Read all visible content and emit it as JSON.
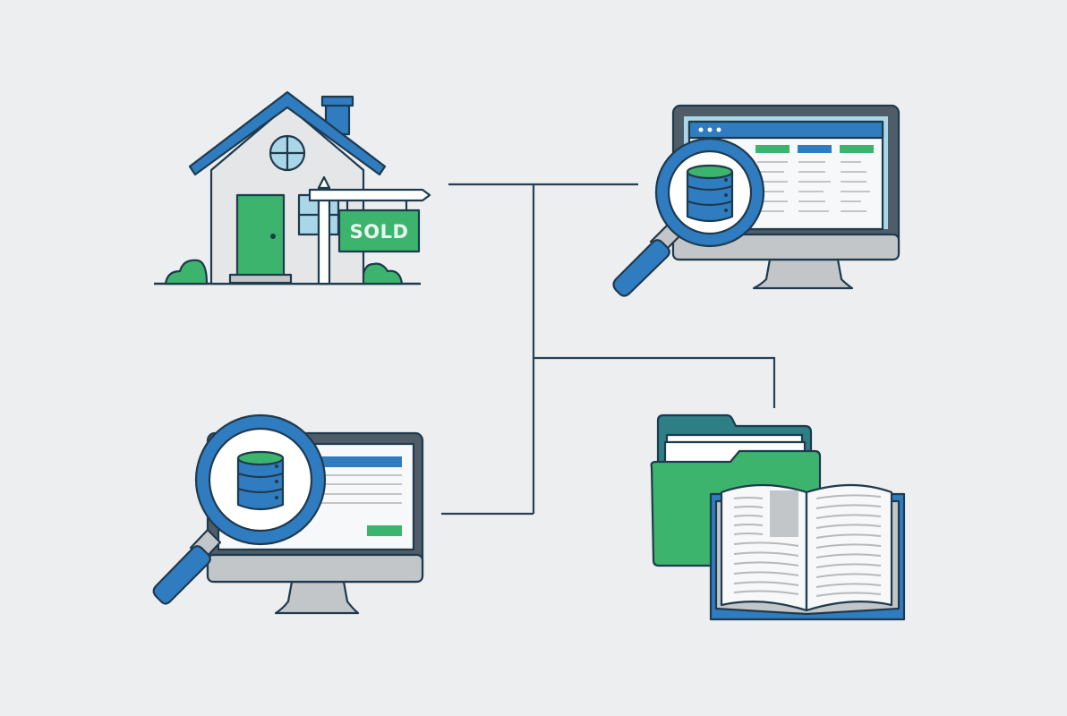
{
  "diagram": {
    "nodes": [
      {
        "id": "house",
        "label": "House with sold sign",
        "sign_text": "SOLD"
      },
      {
        "id": "database-search-top",
        "label": "Monitor with database search and data table"
      },
      {
        "id": "database-search-bottom",
        "label": "Monitor with database search and form"
      },
      {
        "id": "documents",
        "label": "Folder with open book"
      }
    ],
    "connectors": [
      {
        "from": "house",
        "to": "trunk"
      },
      {
        "from": "trunk",
        "to": "database-search-top"
      },
      {
        "from": "trunk",
        "to": "documents"
      },
      {
        "from": "database-search-bottom",
        "to": "trunk"
      }
    ]
  },
  "colors": {
    "background": "#eceef0",
    "outline": "#1f3a4d",
    "blue": "#2f7cc0",
    "green": "#3cb46e",
    "light_blue": "#a9d7e8",
    "gray": "#c3c6c9",
    "white": "#ffffff"
  }
}
